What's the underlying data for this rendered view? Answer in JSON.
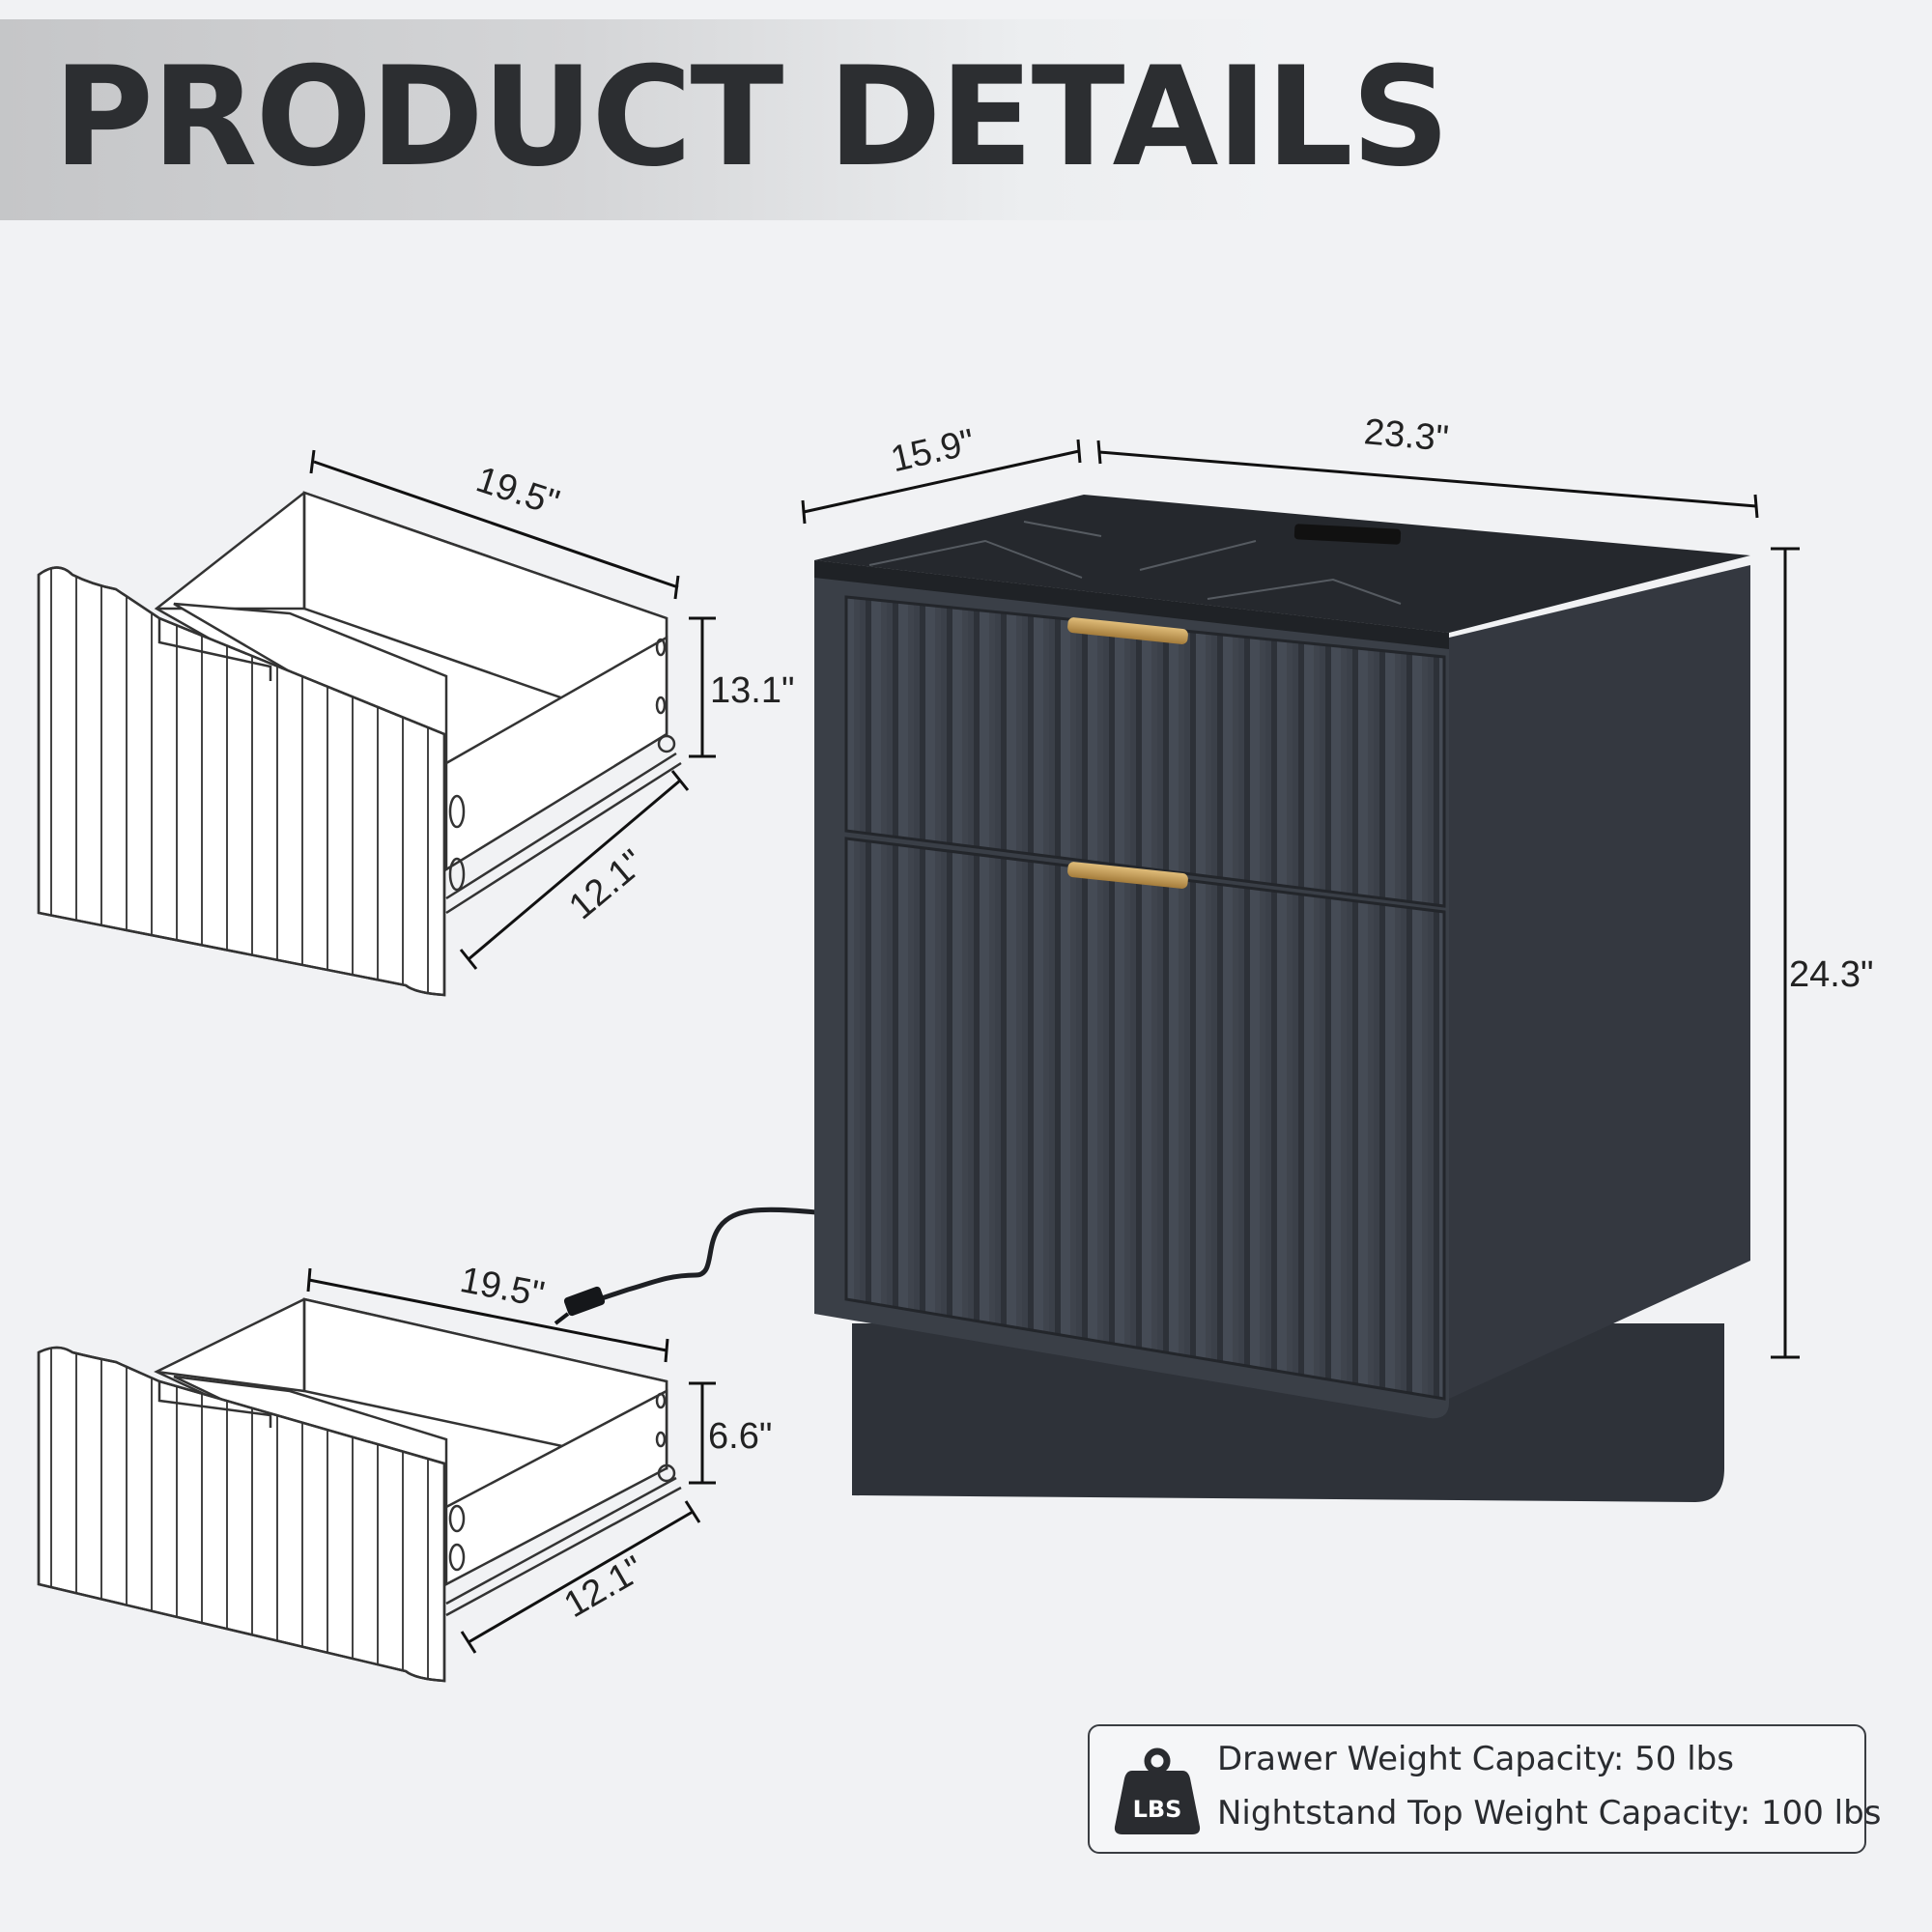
{
  "header": {
    "title": "PRODUCT DETAILS"
  },
  "dimensions": {
    "top_drawer_width": "19.5\"",
    "top_drawer_height": "13.1\"",
    "top_drawer_depth": "12.1\"",
    "bottom_drawer_width": "19.5\"",
    "bottom_drawer_height": "6.6\"",
    "bottom_drawer_depth": "12.1\"",
    "nightstand_depth": "15.9\"",
    "nightstand_width": "23.3\"",
    "nightstand_height": "24.3\""
  },
  "capacity": {
    "icon": "weight-icon",
    "icon_label": "LBS",
    "drawer": "Drawer Weight Capacity: 50 lbs",
    "top": "Nightstand Top Weight Capacity: 100 lbs"
  },
  "colors": {
    "cabinet": "#3a3f47",
    "cabinet_dark": "#2e3239",
    "marble": "#25282d",
    "handle": "#c9a15a",
    "background": "#f1f2f4"
  }
}
